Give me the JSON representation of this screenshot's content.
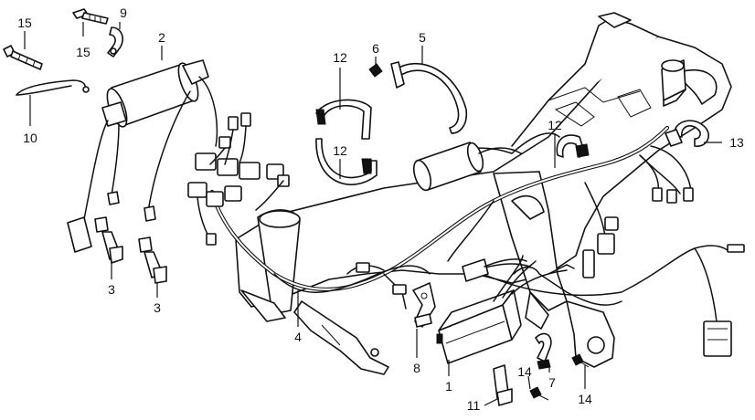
{
  "callouts": {
    "c1": "1",
    "c2": "2",
    "c3a": "3",
    "c3b": "3",
    "c4": "4",
    "c5": "5",
    "c6": "6",
    "c7": "7",
    "c8": "8",
    "c9": "9",
    "c10": "10",
    "c11": "11",
    "c12a": "12",
    "c12b": "12",
    "c12c": "12",
    "c13": "13",
    "c14a": "14",
    "c14b": "14",
    "c15a": "15",
    "c15b": "15"
  },
  "colors": {
    "line": "#111111",
    "background": "#ffffff"
  }
}
